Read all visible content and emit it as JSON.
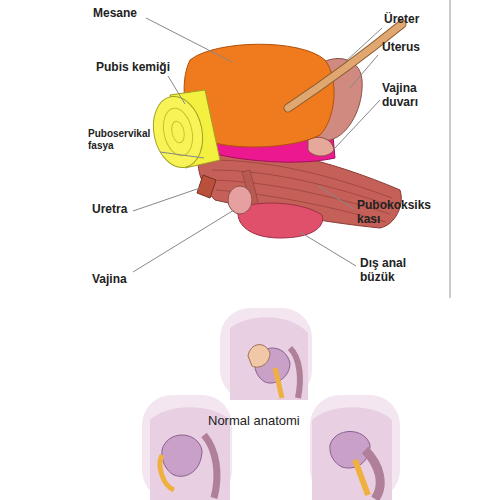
{
  "diagram": {
    "labels": [
      "Mesane",
      "Üreter",
      "Uterus",
      "Pubis kemiği",
      "Vajina duvarı",
      "Puboservikal fasya",
      "Uretra",
      "Pubokoksiks kası",
      "Vajina",
      "Dış anal büzük",
      "Normal anatomi"
    ]
  }
}
